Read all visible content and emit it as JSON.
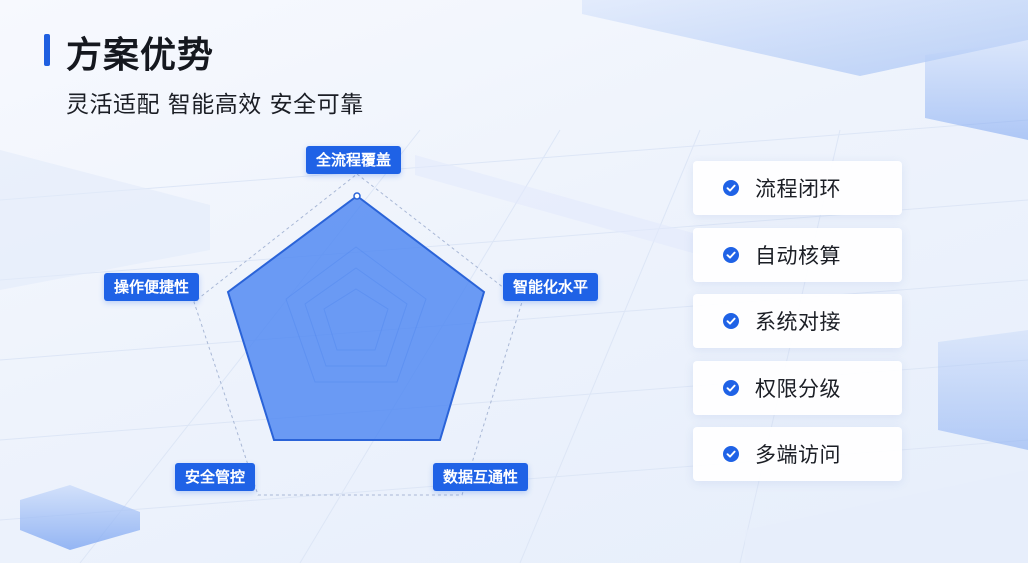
{
  "header": {
    "title": "方案优势",
    "subtitle": "灵活适配 智能高效 安全可靠"
  },
  "radar": {
    "axes": [
      "全流程覆盖",
      "智能化水平",
      "数据互通性",
      "安全管控",
      "操作便捷性"
    ]
  },
  "features": {
    "items": [
      "流程闭环",
      "自动核算",
      "系统对接",
      "权限分级",
      "多端访问"
    ],
    "icon": "check-circle-icon"
  },
  "colors": {
    "accent": "#1f62e6",
    "radar_fill": "#4d86f2",
    "text": "#15181f"
  }
}
